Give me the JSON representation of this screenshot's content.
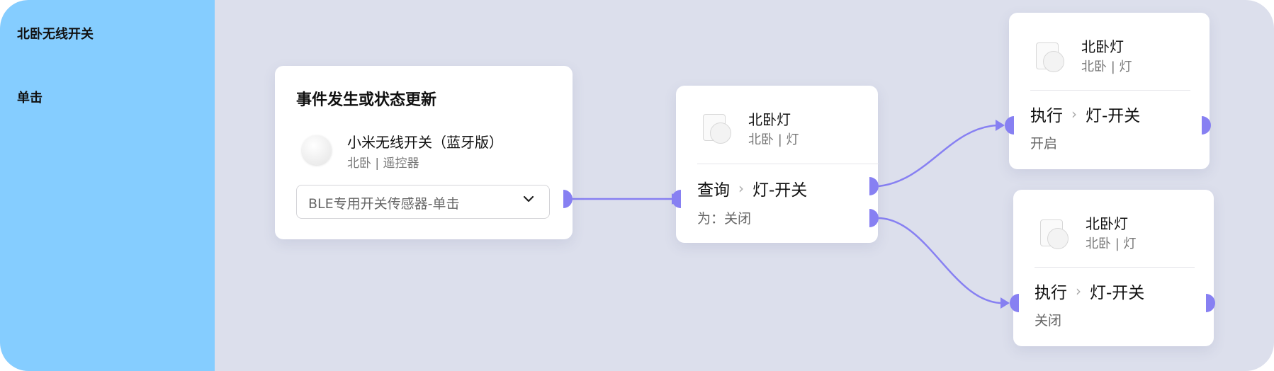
{
  "sidebar": {
    "device": "北卧无线开关",
    "event": "单击"
  },
  "trigger_card": {
    "title": "事件发生或状态更新",
    "device_name": "小米无线开关（蓝牙版）",
    "device_sub": "北卧 | 遥控器",
    "select_value": "BLE专用开关传感器-单击"
  },
  "query_card": {
    "device_name": "北卧灯",
    "device_sub": "北卧 | 灯",
    "verb": "查询",
    "target": "灯-开关",
    "value": "为：关闭"
  },
  "exec_on_card": {
    "device_name": "北卧灯",
    "device_sub": "北卧 | 灯",
    "verb": "执行",
    "target": "灯-开关",
    "value": "开启"
  },
  "exec_off_card": {
    "device_name": "北卧灯",
    "device_sub": "北卧 | 灯",
    "verb": "执行",
    "target": "灯-开关",
    "value": "关闭"
  },
  "colors": {
    "canvas": "#dcdfec",
    "sidebar": "#85cdff",
    "connector": "#8780f2"
  }
}
